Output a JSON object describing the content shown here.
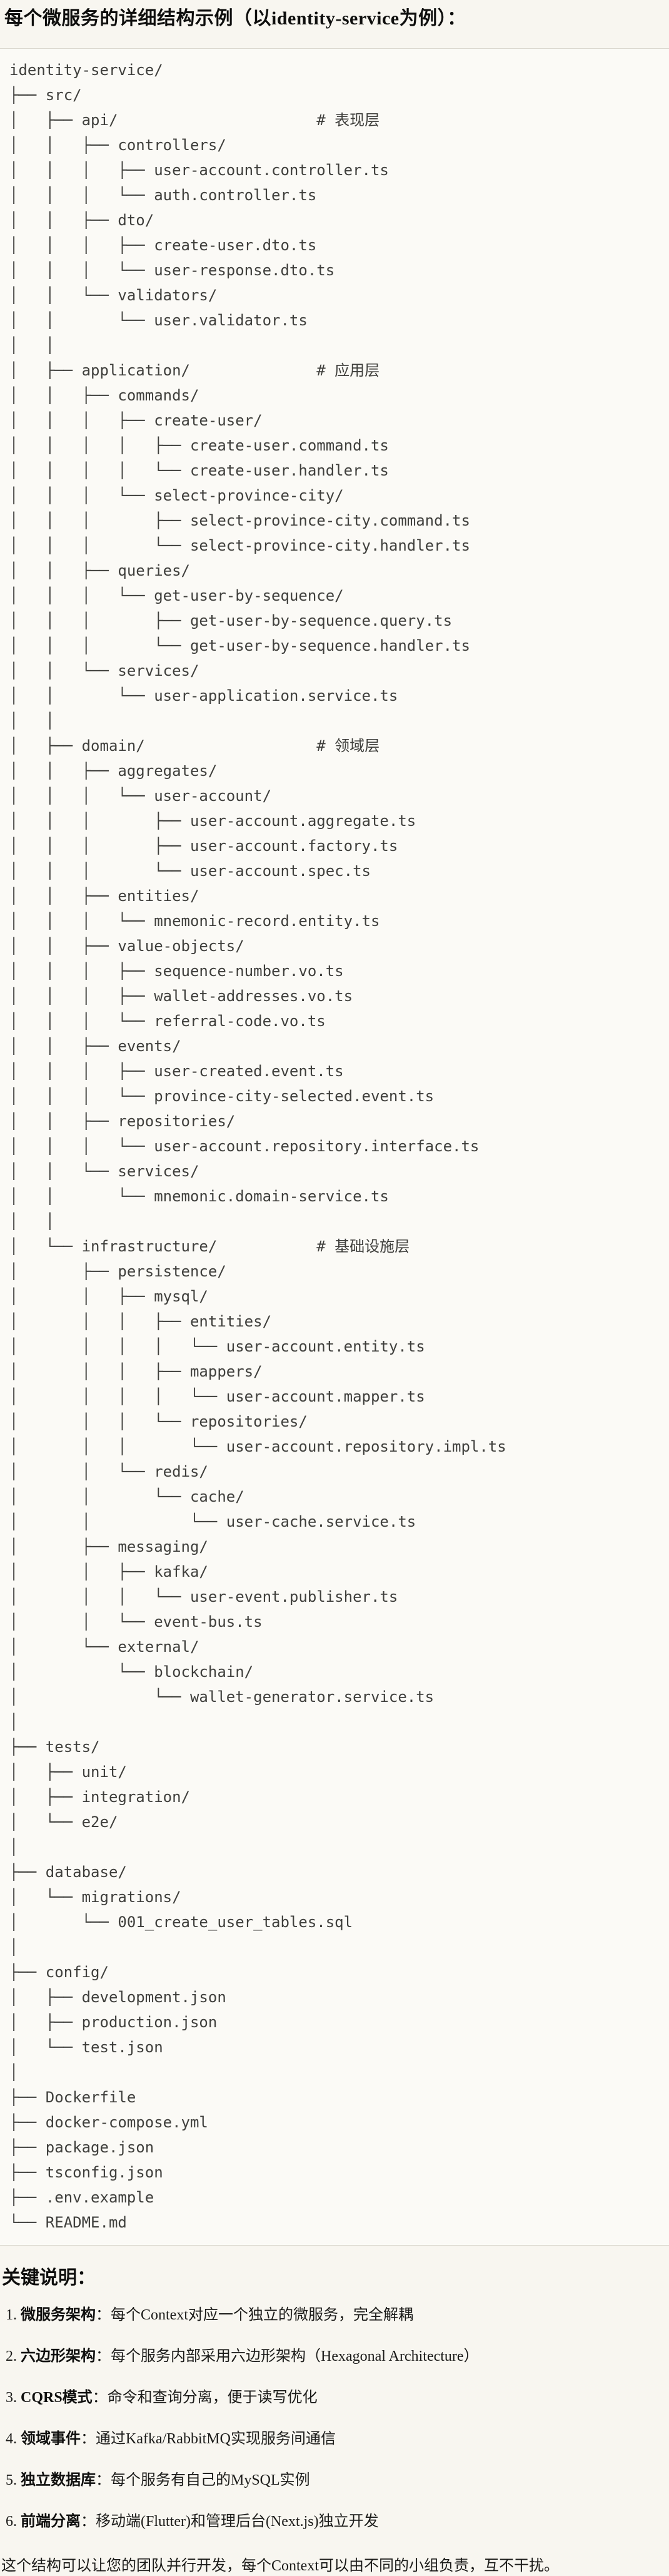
{
  "page": {
    "title": "每个微服务的详细结构示例（以identity-service为例）："
  },
  "tree": {
    "lines": [
      "identity-service/",
      "├── src/",
      "│   ├── api/                      # 表现层",
      "│   │   ├── controllers/",
      "│   │   │   ├── user-account.controller.ts",
      "│   │   │   └── auth.controller.ts",
      "│   │   ├── dto/",
      "│   │   │   ├── create-user.dto.ts",
      "│   │   │   └── user-response.dto.ts",
      "│   │   └── validators/",
      "│   │       └── user.validator.ts",
      "│   │",
      "│   ├── application/              # 应用层",
      "│   │   ├── commands/",
      "│   │   │   ├── create-user/",
      "│   │   │   │   ├── create-user.command.ts",
      "│   │   │   │   └── create-user.handler.ts",
      "│   │   │   └── select-province-city/",
      "│   │   │       ├── select-province-city.command.ts",
      "│   │   │       └── select-province-city.handler.ts",
      "│   │   ├── queries/",
      "│   │   │   └── get-user-by-sequence/",
      "│   │   │       ├── get-user-by-sequence.query.ts",
      "│   │   │       └── get-user-by-sequence.handler.ts",
      "│   │   └── services/",
      "│   │       └── user-application.service.ts",
      "│   │",
      "│   ├── domain/                   # 领域层",
      "│   │   ├── aggregates/",
      "│   │   │   └── user-account/",
      "│   │   │       ├── user-account.aggregate.ts",
      "│   │   │       ├── user-account.factory.ts",
      "│   │   │       └── user-account.spec.ts",
      "│   │   ├── entities/",
      "│   │   │   └── mnemonic-record.entity.ts",
      "│   │   ├── value-objects/",
      "│   │   │   ├── sequence-number.vo.ts",
      "│   │   │   ├── wallet-addresses.vo.ts",
      "│   │   │   └── referral-code.vo.ts",
      "│   │   ├── events/",
      "│   │   │   ├── user-created.event.ts",
      "│   │   │   └── province-city-selected.event.ts",
      "│   │   ├── repositories/",
      "│   │   │   └── user-account.repository.interface.ts",
      "│   │   └── services/",
      "│   │       └── mnemonic.domain-service.ts",
      "│   │",
      "│   └── infrastructure/           # 基础设施层",
      "│       ├── persistence/",
      "│       │   ├── mysql/",
      "│       │   │   ├── entities/",
      "│       │   │   │   └── user-account.entity.ts",
      "│       │   │   ├── mappers/",
      "│       │   │   │   └── user-account.mapper.ts",
      "│       │   │   └── repositories/",
      "│       │   │       └── user-account.repository.impl.ts",
      "│       │   └── redis/",
      "│       │       └── cache/",
      "│       │           └── user-cache.service.ts",
      "│       ├── messaging/",
      "│       │   ├── kafka/",
      "│       │   │   └── user-event.publisher.ts",
      "│       │   └── event-bus.ts",
      "│       └── external/",
      "│           └── blockchain/",
      "│               └── wallet-generator.service.ts",
      "│",
      "├── tests/",
      "│   ├── unit/",
      "│   ├── integration/",
      "│   └── e2e/",
      "│",
      "├── database/",
      "│   └── migrations/",
      "│       └── 001_create_user_tables.sql",
      "│",
      "├── config/",
      "│   ├── development.json",
      "│   ├── production.json",
      "│   └── test.json",
      "│",
      "├── Dockerfile",
      "├── docker-compose.yml",
      "├── package.json",
      "├── tsconfig.json",
      "├── .env.example",
      "└── README.md"
    ]
  },
  "notes": {
    "heading": "关键说明：",
    "items": [
      {
        "num": "1.",
        "label": "微服务架构",
        "text": "：每个Context对应一个独立的微服务，完全解耦"
      },
      {
        "num": "2.",
        "label": "六边形架构",
        "text": "：每个服务内部采用六边形架构（Hexagonal Architecture）"
      },
      {
        "num": "3.",
        "label": "CQRS模式",
        "text": "：命令和查询分离，便于读写优化"
      },
      {
        "num": "4.",
        "label": "领域事件",
        "text": "：通过Kafka/RabbitMQ实现服务间通信"
      },
      {
        "num": "5.",
        "label": "独立数据库",
        "text": "：每个服务有自己的MySQL实例"
      },
      {
        "num": "6.",
        "label": "前端分离",
        "text": "：移动端(Flutter)和管理后台(Next.js)独立开发"
      }
    ],
    "footer": "这个结构可以让您的团队并行开发，每个Context可以由不同的小组负责，互不干扰。"
  },
  "colors": {
    "page_background": "#f8f6f0",
    "code_background": "#fbfaf6",
    "code_border": "#dbd8cf",
    "tree_text": "#3f3f3c",
    "heading_text": "#0f0f0e"
  }
}
